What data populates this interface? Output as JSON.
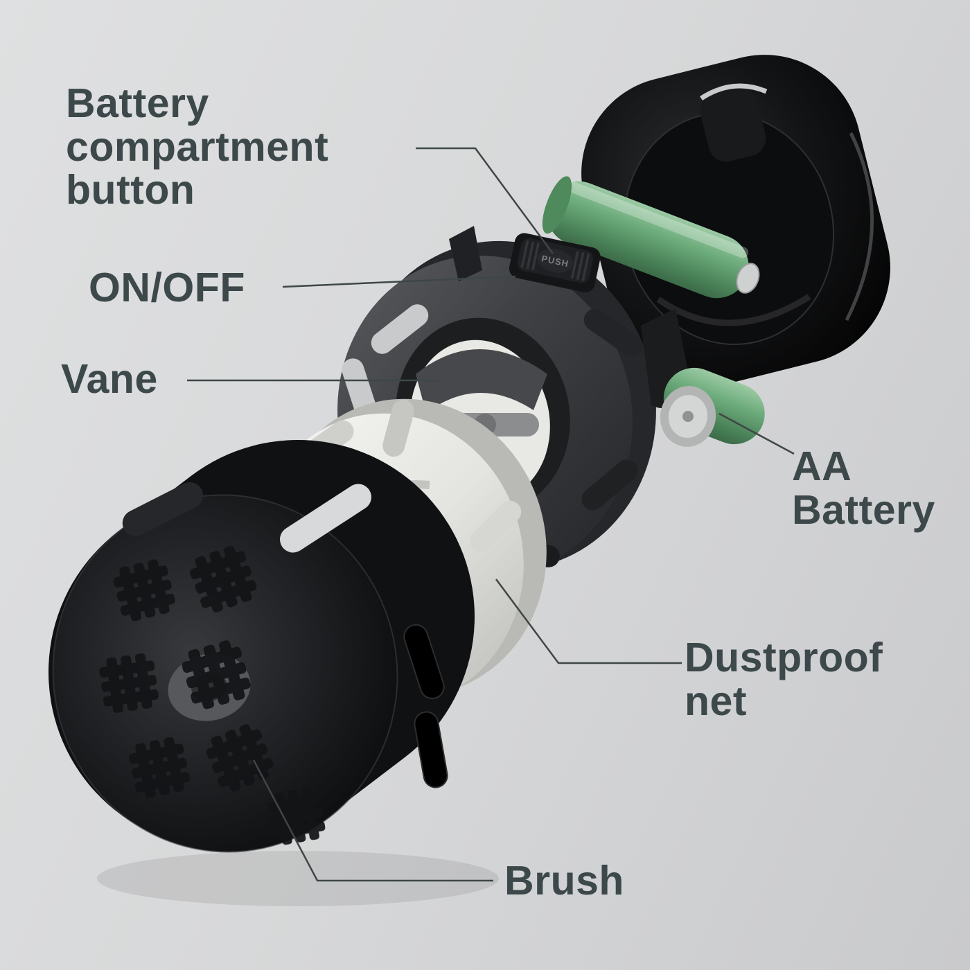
{
  "figure": {
    "kind": "exploded-parts-diagram"
  },
  "labels": {
    "battery_button": "Battery\ncompartment\nbutton",
    "on_off": "ON/OFF",
    "vane": "Vane",
    "aa_battery": "AA\nBattery",
    "dustproof_net": "Dustproof\nnet",
    "brush": "Brush"
  },
  "parts": {
    "push_label": "PUSH"
  },
  "colors": {
    "background": "#d7d8d9",
    "label_text": "#3c4849",
    "leader_line": "#3f4746",
    "battery_green": "#64a372",
    "battery_tip_silver": "#cfd1d0",
    "device_black": "#0c0d0e",
    "housing_gray": "#3f4246",
    "vane_white": "#e9e9e6"
  }
}
